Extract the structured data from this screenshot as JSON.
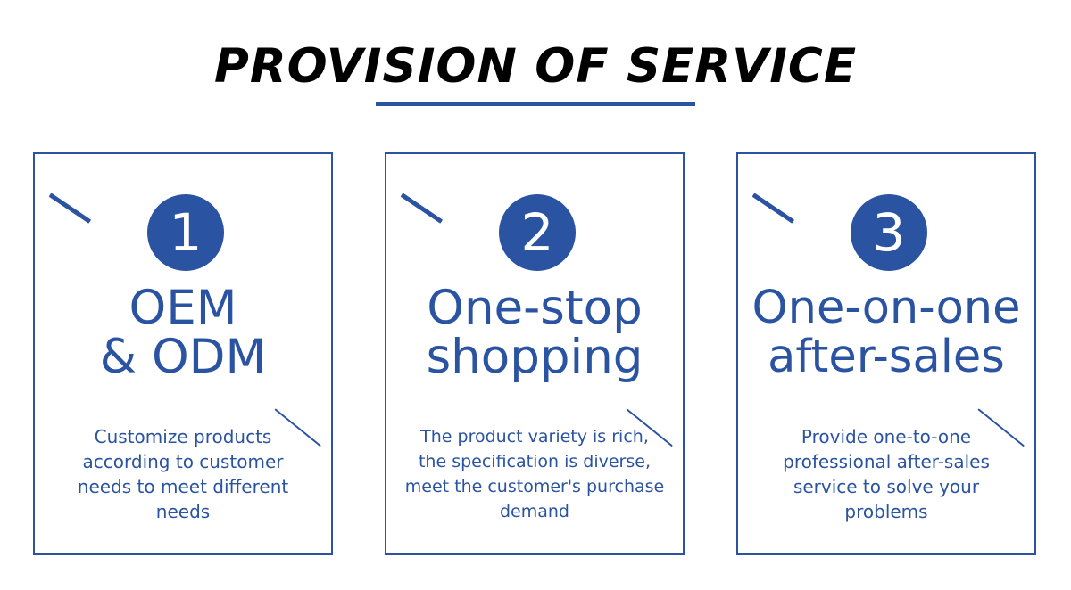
{
  "page": {
    "title": "PROVISION OF SERVICE"
  },
  "colors": {
    "accent": "#2a53a1",
    "background": "#ffffff",
    "title": "#000000"
  },
  "cards": [
    {
      "number": "1",
      "heading_line1": "OEM",
      "heading_line2": "& ODM",
      "desc_line1": "Customize products",
      "desc_line2": "according to customer",
      "desc_line3": "needs to meet different",
      "desc_line4": "needs"
    },
    {
      "number": "2",
      "heading_line1": "One-stop",
      "heading_line2": "shopping",
      "desc_line1": "The product variety is rich,",
      "desc_line2": "the specification is diverse,",
      "desc_line3": "meet the customer's  purchase",
      "desc_line4": "demand"
    },
    {
      "number": "3",
      "heading_line1": "One-on-one",
      "heading_line2": "after-sales",
      "desc_line1": "Provide one-to-one",
      "desc_line2": "professional after-sales",
      "desc_line3": "service to solve your",
      "desc_line4": "problems"
    }
  ]
}
